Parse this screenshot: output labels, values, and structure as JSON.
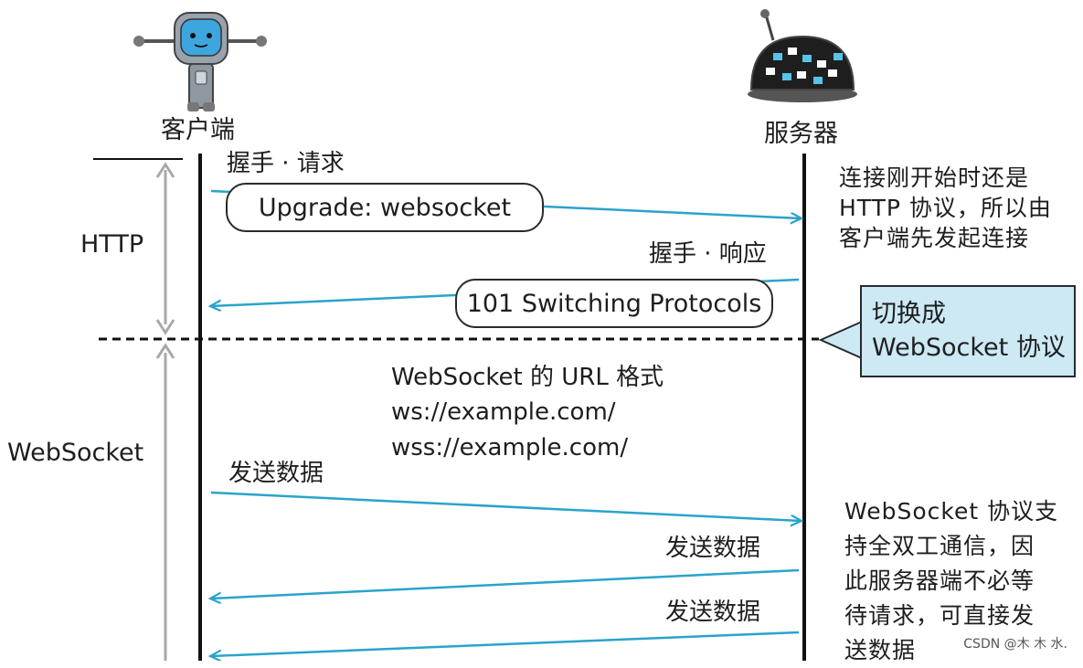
{
  "actors": {
    "client": "客户端",
    "server": "服务器"
  },
  "phases": {
    "http": "HTTP",
    "websocket": "WebSocket"
  },
  "messages": {
    "handshake_request_label": "握手 · 请求",
    "handshake_request_box": "Upgrade: websocket",
    "handshake_response_label": "握手 · 响应",
    "handshake_response_box": "101 Switching Protocols",
    "send1": "发送数据",
    "send2": "发送数据",
    "send3": "发送数据"
  },
  "url_format": {
    "title": "WebSocket 的 URL 格式",
    "ws": "ws://example.com/",
    "wss": "wss://example.com/"
  },
  "notes": {
    "http_note": [
      "连接刚开始时还是",
      "HTTP 协议，所以由",
      "客户端先发起连接"
    ],
    "switch_callout": [
      "切换成",
      "WebSocket 协议"
    ],
    "fullduplex_note": [
      "WebSocket 协议支",
      "持全双工通信，因",
      "此服务器端不必等",
      "待请求，可直接发",
      "送数据"
    ]
  },
  "watermark": "CSDN @木 木 水.",
  "colors": {
    "arrow": "#2aa3cc",
    "callout_bg": "#cce9f4",
    "robot_blue": "#3ea6de"
  }
}
